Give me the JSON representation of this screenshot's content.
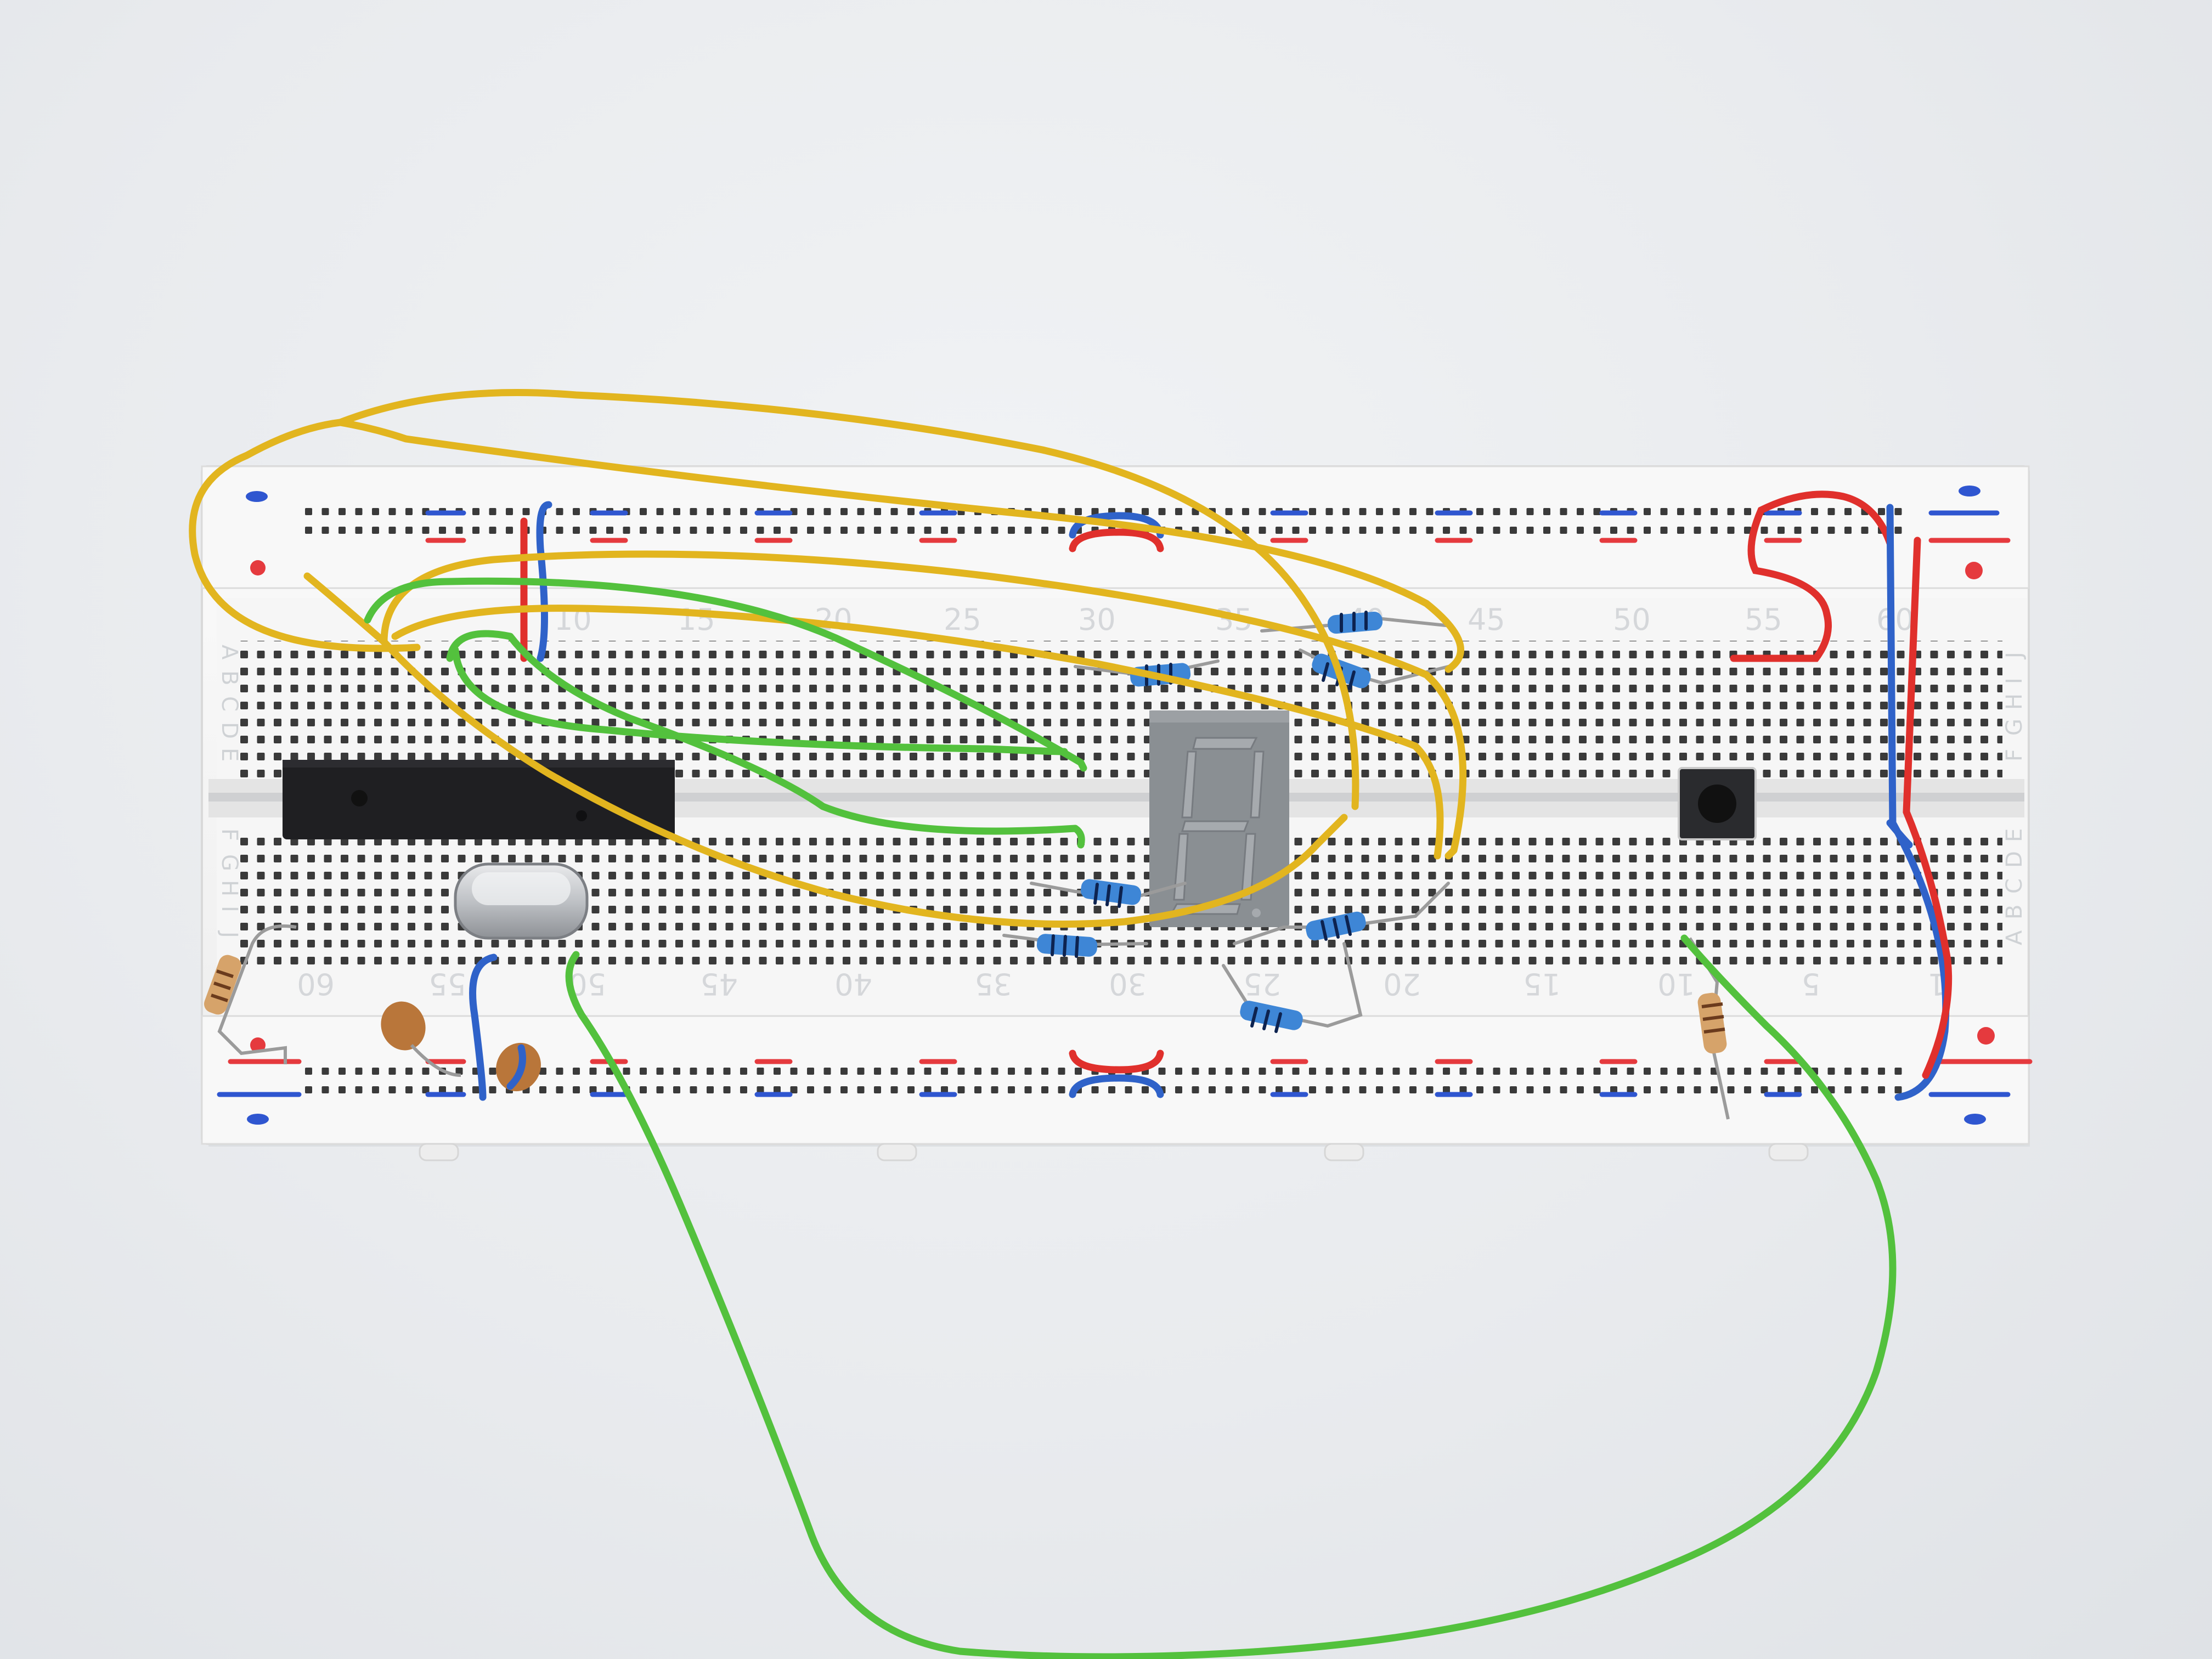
{
  "breadboard": {
    "top_numbers": [
      "10",
      "15",
      "20",
      "25",
      "30",
      "35",
      "40",
      "45",
      "50",
      "55",
      "60"
    ],
    "bottom_numbers": [
      "60",
      "55",
      "50",
      "45",
      "40",
      "35",
      "30",
      "25",
      "20",
      "15",
      "10",
      "5",
      "1"
    ],
    "left_rows_top": [
      "A",
      "B",
      "C",
      "D",
      "E"
    ],
    "left_rows_bottom": [
      "F",
      "G",
      "H",
      "I",
      "J"
    ],
    "right_rows_top": [
      "J",
      "I",
      "H",
      "G",
      "F"
    ],
    "right_rows_bottom": [
      "E",
      "D",
      "C",
      "B",
      "A"
    ]
  },
  "colors": {
    "board": "#f7f7f7",
    "yellow_wire": "#e2b51f",
    "green_wire": "#53c13d",
    "red_wire": "#e0302c",
    "blue_wire": "#2f62c9",
    "resistor_blue": "#3e86d6",
    "chip": "#1f1f22",
    "display": "#8a8f93"
  }
}
